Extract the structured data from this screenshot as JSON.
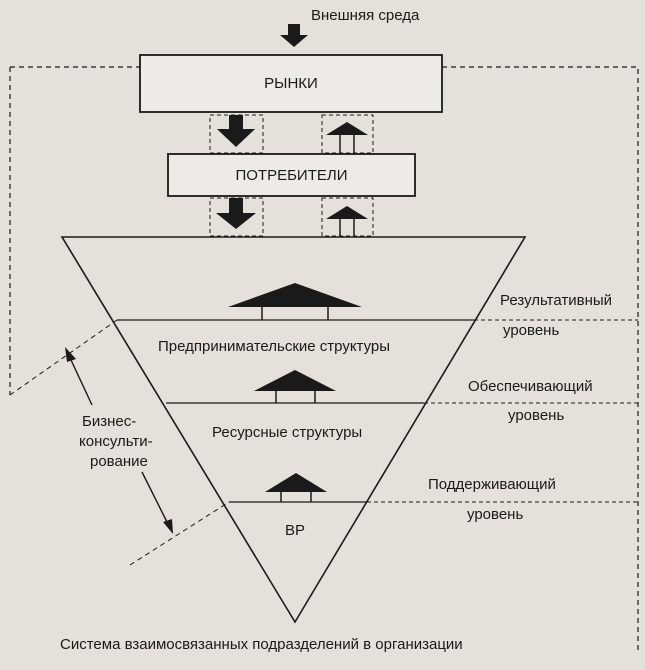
{
  "diagram": {
    "external_environment": "Внешняя среда",
    "markets": "РЫНКИ",
    "consumers": "ПОТРЕБИТЕЛИ",
    "entrepreneurial_structures": "Предпринимательские структуры",
    "resource_structures": "Ресурсные структуры",
    "bp": "ВР",
    "levels": {
      "result_1": "Результативный",
      "result_2": "уровень",
      "support_1": "Обеспечивающий",
      "support_2": "уровень",
      "maintain_1": "Поддерживающий",
      "maintain_2": "уровень"
    },
    "consulting": [
      "Бизнес-",
      "консульти-",
      "рование"
    ],
    "caption": "Система взаимосвязанных подразделений в организации"
  },
  "colors": {
    "ink": "#1a1a1a",
    "background": "#e4e1dc",
    "box_fill": "#ecebe7"
  }
}
